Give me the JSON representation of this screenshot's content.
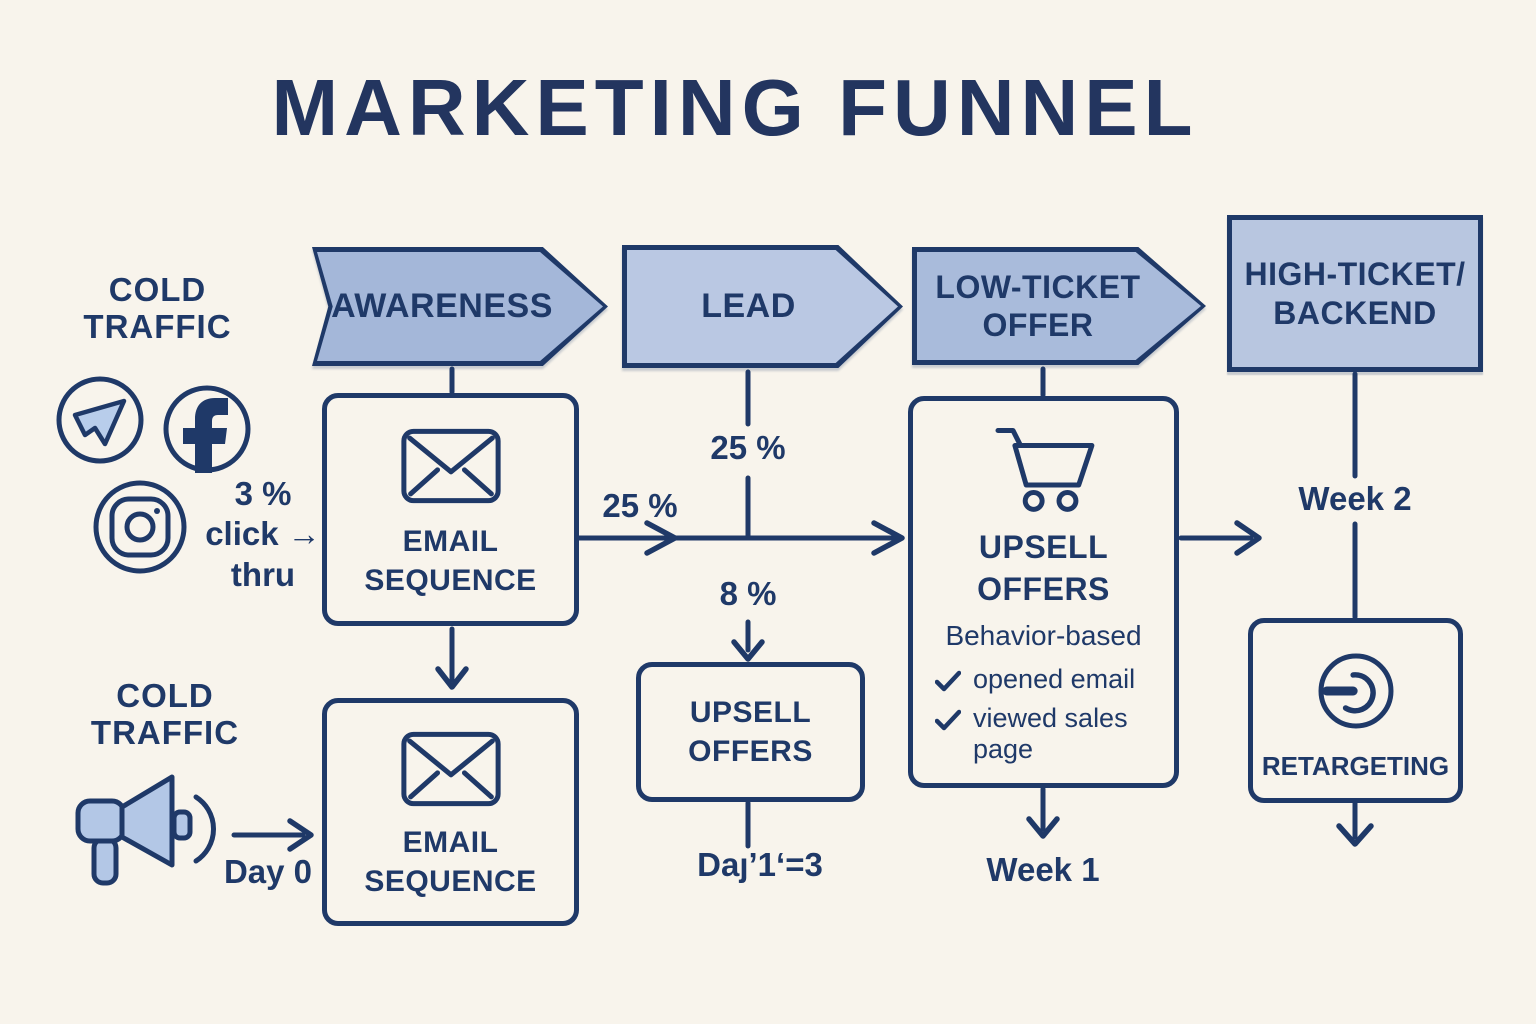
{
  "title": "MARKETING FUNNEL",
  "palette": {
    "background": "#f8f4ec",
    "ink": "#1f3968",
    "chevron_awareness_fill": "#a4b7d9",
    "chevron_lead_fill": "#bac8e3",
    "chevron_low_ticket_fill": "#a9bbdb",
    "box_high_ticket_fill": "#b8c6e0",
    "icon_light_fill": "#b8cdeb"
  },
  "stages": {
    "awareness": "AWARENESS",
    "lead": "LEAD",
    "low_ticket": "LOW-TICKET OFFER",
    "high_ticket": "HIGH-TICKET/ BACKEND"
  },
  "cold_traffic_top": {
    "label": "COLD TRAFFIC",
    "icons": [
      "telegram-icon",
      "facebook-icon",
      "instagram-icon"
    ],
    "click_lines": [
      "3 %",
      "click →",
      "thru"
    ]
  },
  "cold_traffic_bottom": {
    "label": "COLD TRAFFIC",
    "icon": "megaphone-icon",
    "day_label": "Day 0"
  },
  "email_sequence_top": {
    "title": "EMAIL SEQUENCE",
    "icon": "envelope-icon"
  },
  "email_sequence_bottom": {
    "title": "EMAIL SEQUENCE",
    "icon": "envelope-icon"
  },
  "upsell_small": {
    "title": "UPSELL OFFERS",
    "timing": "Daȷ’1‘=3"
  },
  "upsell_big": {
    "title": "UPSELL OFFERS",
    "icon": "cart-icon",
    "subtitle": "Behavior-based",
    "checklist": [
      "opened email",
      "viewed sales page"
    ],
    "timing": "Week 1"
  },
  "retargeting": {
    "title": "RETARGETING",
    "icon": "retargeting-icon"
  },
  "edge_labels": {
    "lead_conversion": "25 %",
    "email_to_offer": "25 %",
    "upsell_conversion": "8 %",
    "backend_timing": "Week 2"
  }
}
